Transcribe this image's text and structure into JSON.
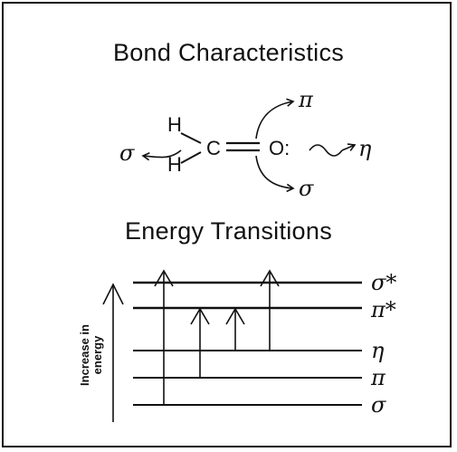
{
  "titles": {
    "bond": "Bond Characteristics",
    "energy": "Energy Transitions"
  },
  "molecule": {
    "h_top": "H",
    "h_bottom": "H",
    "carbon": "C",
    "oxygen": "O:",
    "pi_label": "π",
    "sigma_right_label": "σ",
    "sigma_left_label": "σ",
    "eta_label": "η"
  },
  "energy_axis": {
    "line1": "Increase in",
    "line2": "energy"
  },
  "levels": [
    {
      "key": "sigma_star",
      "label": "σ*"
    },
    {
      "key": "pi_star",
      "label": "π*"
    },
    {
      "key": "eta",
      "label": "η"
    },
    {
      "key": "pi",
      "label": "π"
    },
    {
      "key": "sigma",
      "label": "σ"
    }
  ],
  "colors": {
    "ink": "#111111",
    "background": "#ffffff"
  }
}
